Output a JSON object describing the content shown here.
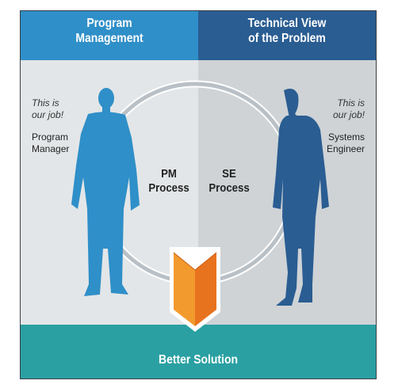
{
  "header": {
    "left_title": "Program\nManagement",
    "right_title": "Technical View\nof the Problem"
  },
  "left": {
    "tagline": "This is\nour job!",
    "role": "Program\nManager",
    "process": "PM\nProcess"
  },
  "right": {
    "tagline": "This is\nour job!",
    "role": "Systems\nEngineer",
    "process": "SE\nProcess"
  },
  "footer": {
    "label": "Better Solution"
  },
  "colors": {
    "header_left": "#2f8fc8",
    "header_right": "#2a5d92",
    "footer": "#2aa0a3",
    "silhouette_left": "#2f8fc8",
    "silhouette_right": "#2a5d92",
    "arrow_left": "#f39a2e",
    "arrow_right": "#e8731f"
  }
}
